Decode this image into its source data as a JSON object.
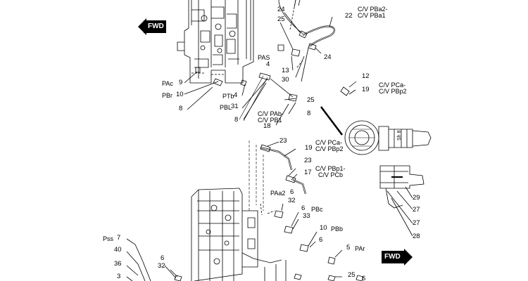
{
  "fwd_top": "FWD",
  "fwd_bottom": "FWD",
  "callouts": [
    {
      "id": "n24a",
      "text": "24"
    },
    {
      "id": "n22",
      "text": "22"
    },
    {
      "id": "n25a",
      "text": "25"
    },
    {
      "id": "n24b",
      "text": "24"
    },
    {
      "id": "n4a",
      "text": "4"
    },
    {
      "id": "n13",
      "text": "13"
    },
    {
      "id": "n30",
      "text": "30"
    },
    {
      "id": "n12",
      "text": "12"
    },
    {
      "id": "n19a",
      "text": "19"
    },
    {
      "id": "n9",
      "text": "9"
    },
    {
      "id": "n10a",
      "text": "10"
    },
    {
      "id": "n4b",
      "text": "4"
    },
    {
      "id": "n25b",
      "text": "25"
    },
    {
      "id": "n31",
      "text": "31"
    },
    {
      "id": "n8a",
      "text": "8"
    },
    {
      "id": "n8b",
      "text": "8"
    },
    {
      "id": "n8c",
      "text": "8"
    },
    {
      "id": "n18",
      "text": "18"
    },
    {
      "id": "n23a",
      "text": "23"
    },
    {
      "id": "n19b",
      "text": "19"
    },
    {
      "id": "n23b",
      "text": "23"
    },
    {
      "id": "n17",
      "text": "17"
    },
    {
      "id": "n6a",
      "text": "6"
    },
    {
      "id": "n32a",
      "text": "32"
    },
    {
      "id": "n6b",
      "text": "6"
    },
    {
      "id": "n33",
      "text": "33"
    },
    {
      "id": "n10b",
      "text": "10"
    },
    {
      "id": "n6c",
      "text": "6"
    },
    {
      "id": "n5",
      "text": "5"
    },
    {
      "id": "n29",
      "text": "29"
    },
    {
      "id": "n27a",
      "text": "27"
    },
    {
      "id": "n27b",
      "text": "27"
    },
    {
      "id": "n28",
      "text": "28"
    },
    {
      "id": "n7",
      "text": "7"
    },
    {
      "id": "n40",
      "text": "40"
    },
    {
      "id": "n36",
      "text": "36"
    },
    {
      "id": "n3",
      "text": "3"
    },
    {
      "id": "n6d",
      "text": "6"
    },
    {
      "id": "n32b",
      "text": "32"
    },
    {
      "id": "n25c",
      "text": "25"
    },
    {
      "id": "n6e",
      "text": "6"
    }
  ],
  "labels": [
    {
      "id": "l_cvpba2",
      "text": "C/V PBa2-"
    },
    {
      "id": "l_cvpba1",
      "text": "C/V PBa1"
    },
    {
      "id": "l_pas",
      "text": "PAS"
    },
    {
      "id": "l_cvpca1",
      "text": "C/V PCa-"
    },
    {
      "id": "l_cvpbp2a",
      "text": "C/V PBp2"
    },
    {
      "id": "l_pac",
      "text": "PAc"
    },
    {
      "id": "l_pbr",
      "text": "PBr"
    },
    {
      "id": "l_ptb",
      "text": "PTb"
    },
    {
      "id": "l_pbl",
      "text": "PBL"
    },
    {
      "id": "l_cvpab",
      "text": "C/V PAb-"
    },
    {
      "id": "l_cvpb1",
      "text": "C/V PB1"
    },
    {
      "id": "l_cvpca2",
      "text": "C/V PCa-"
    },
    {
      "id": "l_cvpbp2b",
      "text": "C/V PBp2"
    },
    {
      "id": "l_cvpbp1",
      "text": "C/V PBp1-"
    },
    {
      "id": "l_cvpcb",
      "text": "C/V PCb"
    },
    {
      "id": "l_paa2",
      "text": "PAa2"
    },
    {
      "id": "l_pbc",
      "text": "PBc"
    },
    {
      "id": "l_pbb",
      "text": "PBb"
    },
    {
      "id": "l_par",
      "text": "PAr"
    },
    {
      "id": "l_pss",
      "text": "Pss"
    }
  ]
}
